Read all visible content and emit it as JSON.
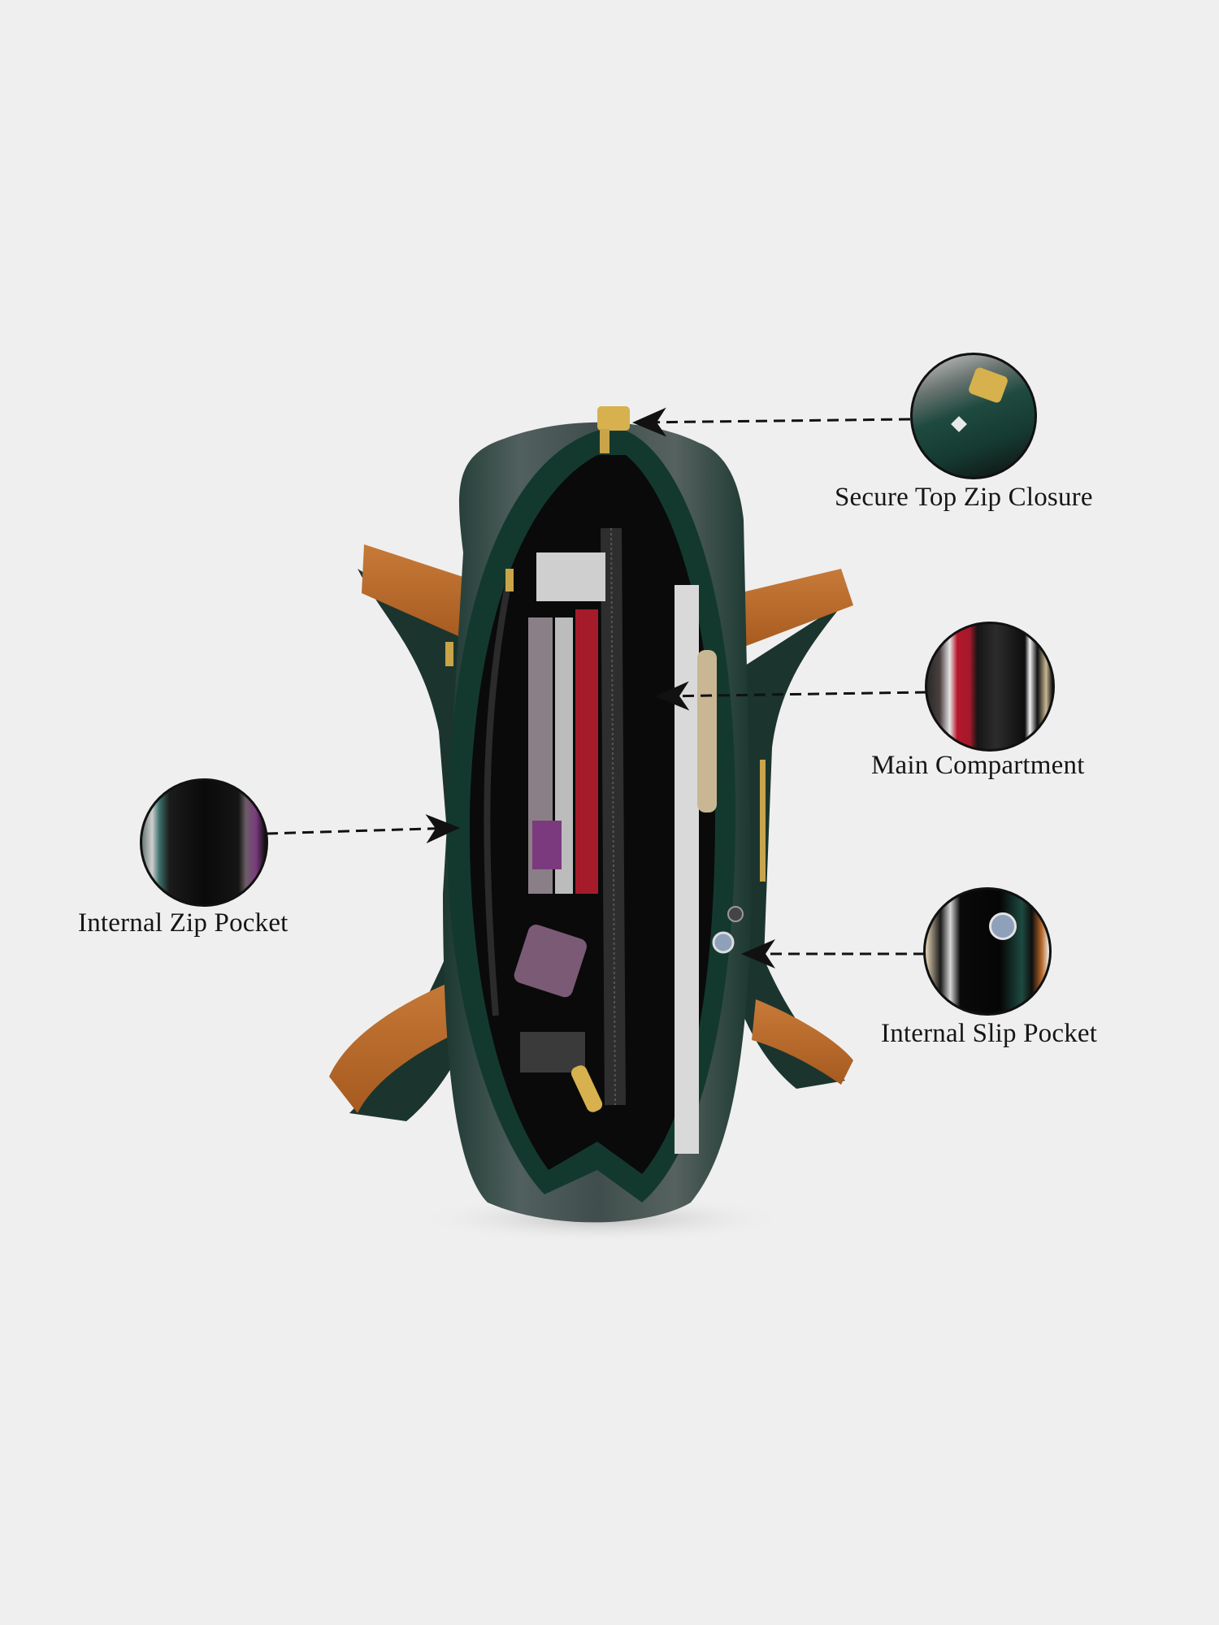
{
  "image": {
    "description": "Top-down view of an open dark green tote handbag with tan leather handles showing interior compartments, with four annotated feature callouts",
    "background_color": "#efefef"
  },
  "product": {
    "body_color": "#1f3b33",
    "body_highlight_color": "#4a5a58",
    "handle_color": "#b8692a",
    "lining_color": "#0a0a0a",
    "hardware_color": "#c9a449"
  },
  "callouts": [
    {
      "id": "top-zip",
      "label": "Secure Top Zip Closure"
    },
    {
      "id": "main-compartment",
      "label": "Main Compartment"
    },
    {
      "id": "internal-zip-pocket",
      "label": "Internal Zip Pocket"
    },
    {
      "id": "internal-slip-pocket",
      "label": "Internal Slip Pocket"
    }
  ]
}
